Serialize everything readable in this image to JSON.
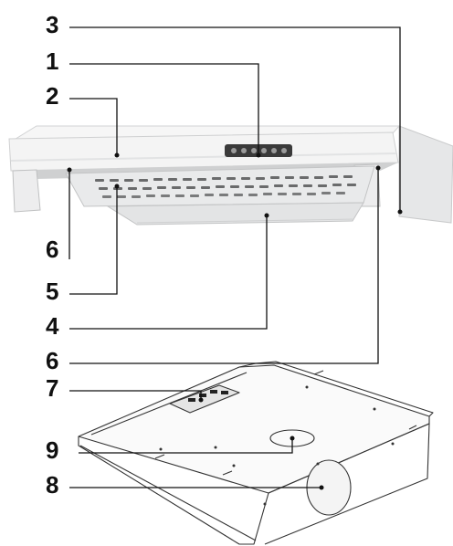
{
  "callouts": [
    {
      "id": "c3",
      "label": "3"
    },
    {
      "id": "c1",
      "label": "1"
    },
    {
      "id": "c2",
      "label": "2"
    },
    {
      "id": "c6a",
      "label": "6"
    },
    {
      "id": "c5",
      "label": "5"
    },
    {
      "id": "c4",
      "label": "4"
    },
    {
      "id": "c6b",
      "label": "6"
    },
    {
      "id": "c7",
      "label": "7"
    },
    {
      "id": "c9",
      "label": "9"
    },
    {
      "id": "c8",
      "label": "8"
    }
  ],
  "colors": {
    "ink": "#111111",
    "hood_body": "#f1f2f2",
    "hood_shadow": "#d9dadb",
    "line_art": "#333333"
  }
}
